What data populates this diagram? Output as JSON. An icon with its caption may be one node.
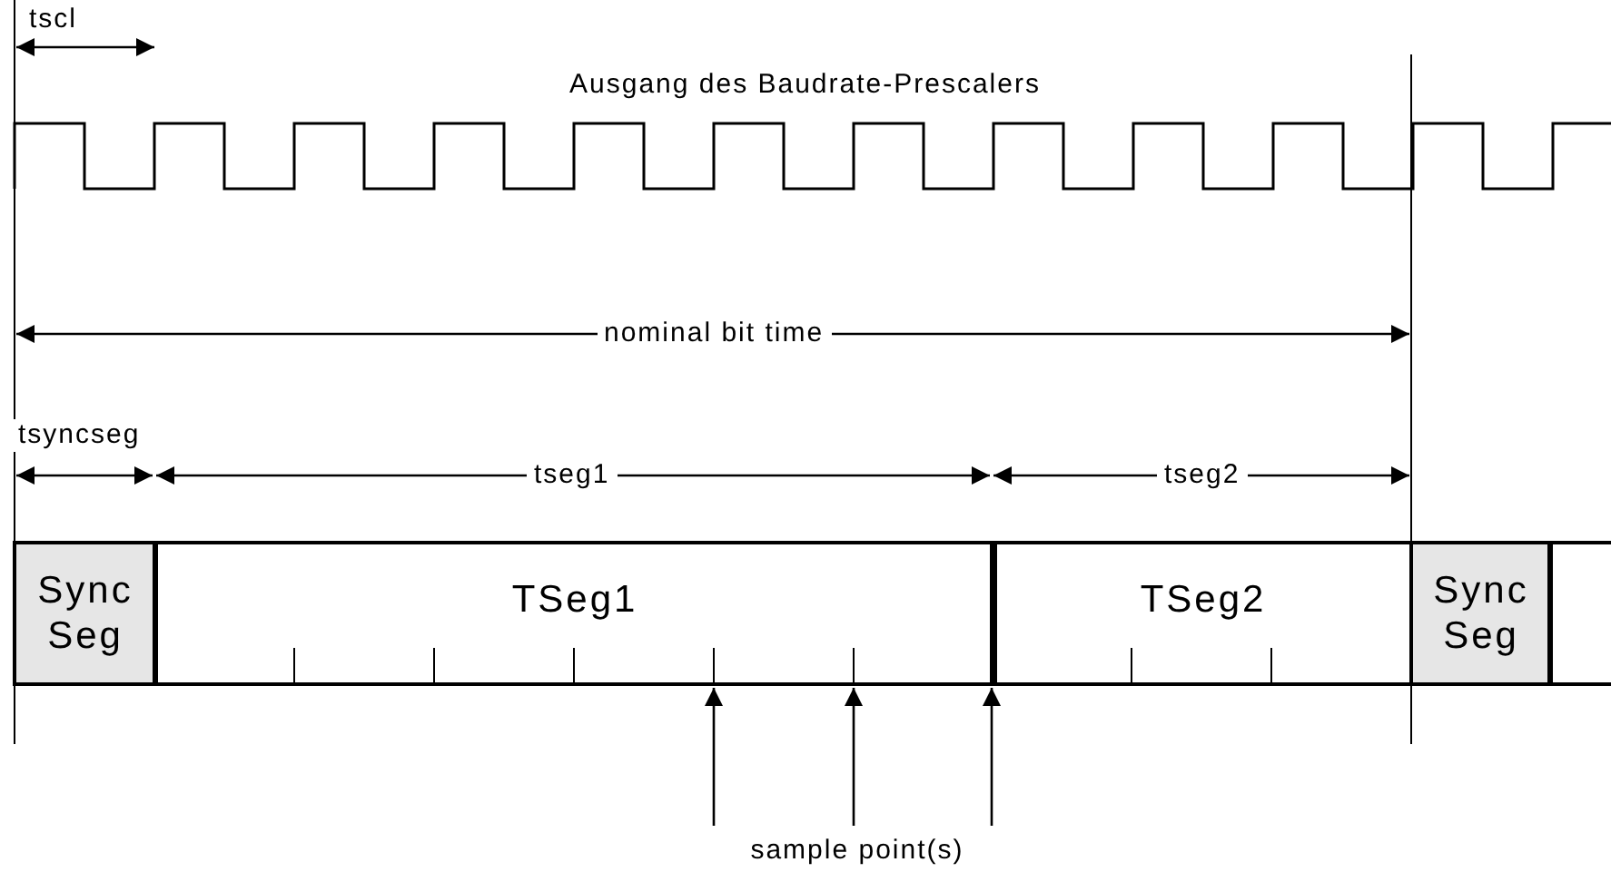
{
  "diagram": {
    "nodes": [
      {
        "text": [
          "Sync Seg"
        ]
      },
      {
        "text": [
          "TSeg1"
        ]
      },
      {
        "text": [
          "TSeg2"
        ]
      },
      {
        "text": [
          "Sync Seg"
        ]
      },
      {
        "text": [],
        "shape": "box"
      },
      {
        "text": [
          "sample point(s)"
        ]
      }
    ],
    "edges": [
      {
        "from": 5,
        "to": 1,
        "arrow": "to"
      },
      {
        "from": 5,
        "to": 1,
        "arrow": "to"
      },
      {
        "from": 5,
        "to": 2,
        "arrow": "to"
      }
    ],
    "labels": [
      "tscl",
      "Ausgang des Baudrate-Prescalers",
      "nominal bit time",
      "tsyncseg",
      "tseg1",
      "tseg2"
    ]
  }
}
